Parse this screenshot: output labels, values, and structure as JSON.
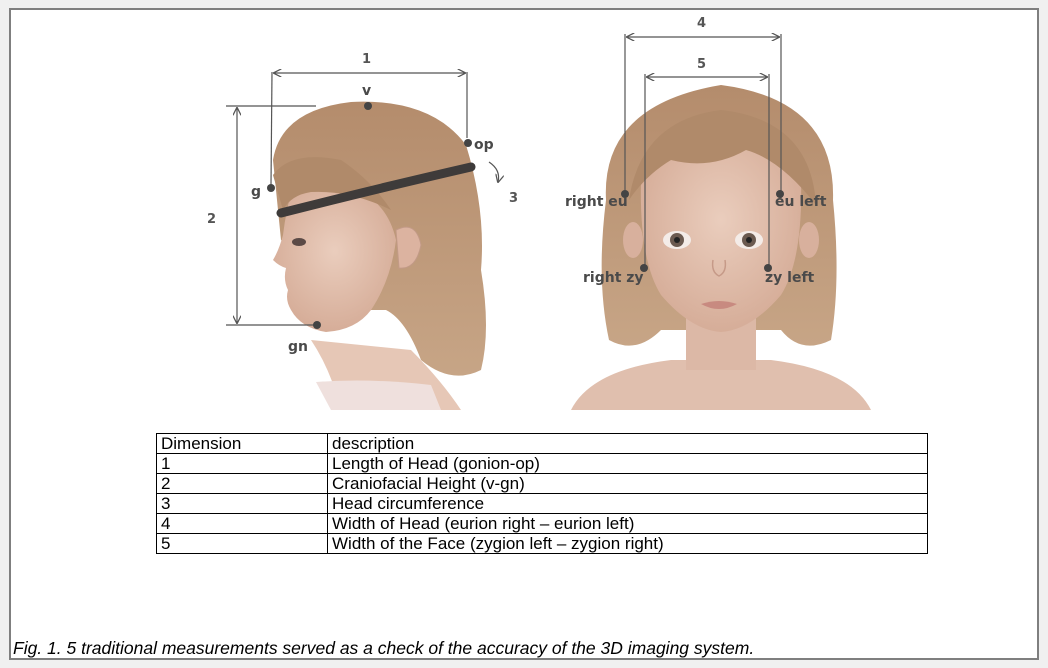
{
  "figure": {
    "left_photo_labels": {
      "dim1": "1",
      "dim2": "2",
      "dim3": "3",
      "v": "v",
      "op": "op",
      "g": "g",
      "gn": "gn"
    },
    "right_photo_labels": {
      "dim4": "4",
      "dim5": "5",
      "right_eu": "right eu",
      "eu_left": "eu left",
      "right_zy": "right zy",
      "zy_left": "zy left"
    }
  },
  "table": {
    "headers": [
      "Dimension",
      "description"
    ],
    "rows": [
      [
        "1",
        "Length of Head (gonion-op)"
      ],
      [
        "2",
        "Craniofacial Height (v-gn)"
      ],
      [
        "3",
        "Head circumference"
      ],
      [
        "4",
        "Width of Head (eurion right – eurion left)"
      ],
      [
        "5",
        "Width of the Face (zygion left – zygion right)"
      ]
    ]
  },
  "caption": "Fig. 1. 5 traditional measurements served as a check of the accuracy of the 3D imaging system."
}
